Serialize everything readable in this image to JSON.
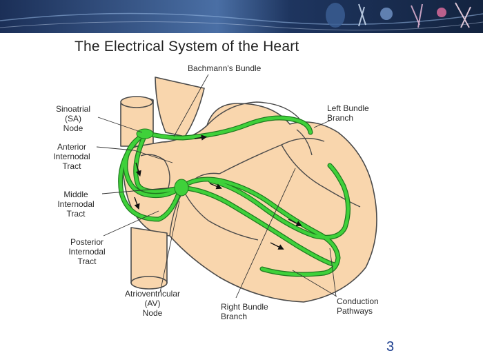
{
  "title": "The Electrical System of the Heart",
  "labels": {
    "bachmann": "Bachmann's Bundle",
    "sa_node": "Sinoatrial\n(SA)\nNode",
    "anterior": "Anterior\nInternodal\nTract",
    "middle": "Middle\nInternodal\nTract",
    "posterior": "Posterior\nInternodal\nTract",
    "av_node": "Atrioventricular\n(AV)\nNode",
    "right_bundle": "Right Bundle\nBranch",
    "left_bundle": "Left Bundle\nBranch",
    "conduction": "Conduction\nPathways"
  },
  "colors": {
    "heart_fill": "#f9d6ad",
    "heart_stroke": "#4a4a4a",
    "pathway": "#3fd13a",
    "pathway_edge": "#1f7a1f",
    "banner": "#1f3763",
    "page_number": "#1d3f8f"
  },
  "page_number": "3"
}
